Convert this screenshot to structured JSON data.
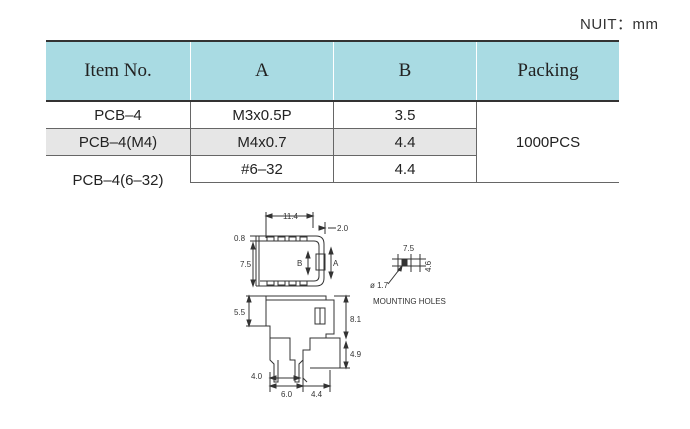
{
  "unit_label": "NUIT：mm",
  "table": {
    "headers": [
      "Item No.",
      "A",
      "B",
      "Packing"
    ],
    "rows": [
      {
        "item": "PCB–4",
        "a": "M3x0.5P",
        "b": "3.5"
      },
      {
        "item": "PCB–4(M4)",
        "a": "M4x0.7",
        "b": "4.4"
      },
      {
        "item": "PCB–4(6–32)",
        "a": "#6–32",
        "b": "4.4"
      }
    ],
    "packing": "1000PCS"
  },
  "drawing": {
    "dim_11_4": "11.4",
    "dim_2_0": "2.0",
    "dim_0_8": "0.8",
    "dim_7_5_left": "7.5",
    "label_b": "B",
    "label_a": "A",
    "dim_5_5": "5.5",
    "dim_8_1": "8.1",
    "dim_4_9": "4.9",
    "dim_4_0": "4.0",
    "dim_6_0": "6.0",
    "dim_4_4": "4.4",
    "hole_7_5": "7.5",
    "hole_4_6": "4.6",
    "hole_dia": "ø 1.7",
    "mounting_holes": "MOUNTING HOLES"
  }
}
